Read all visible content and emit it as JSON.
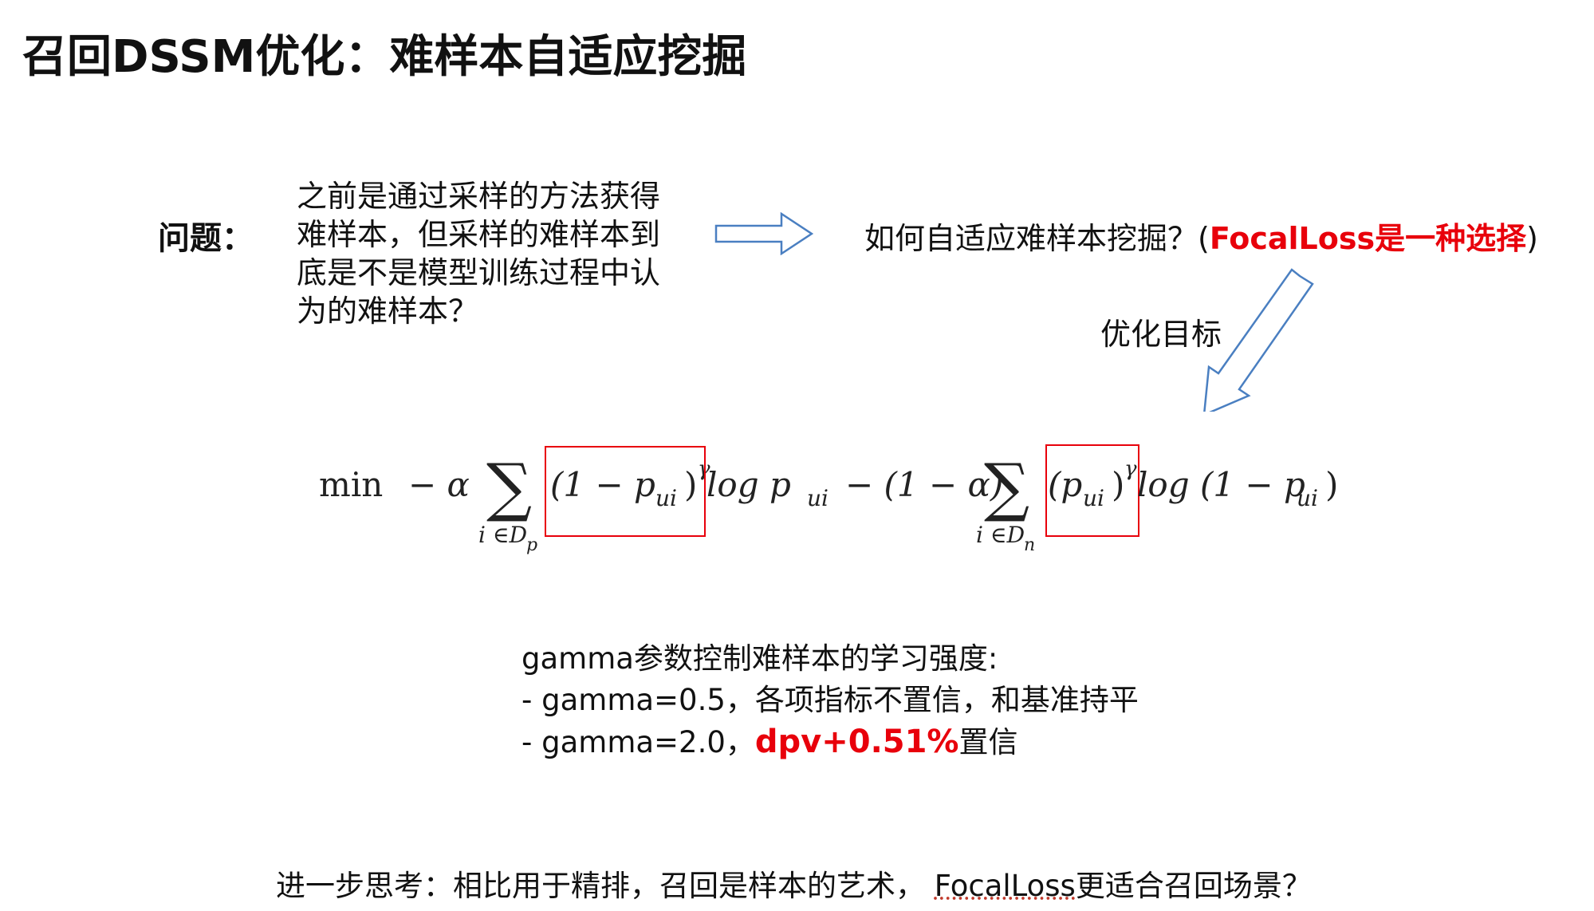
{
  "slide": {
    "title": "召回DSSM优化：难样本自适应挖掘",
    "question": {
      "label": "问题：",
      "text": "之前是通过采样的方法获得难样本，但采样的难样本到底是不是模型训练过程中认为的难样本？"
    },
    "how": {
      "prefix": "如何自适应难样本挖掘？(",
      "highlight": "FocalLoss是一种选择",
      "suffix": ")",
      "highlight_color": "#e8000b"
    },
    "goal_label": "优化目标",
    "formula": {
      "min": "min",
      "neg_alpha": "− α",
      "sum_sign": "∑",
      "sum1_sub_i": "i ∈D",
      "sum1_sub_set": "p",
      "term1_boxed": "(1 − p",
      "term1_sub": "ui",
      "term1_close": ")",
      "gamma": "γ",
      "log1": "log p",
      "log1_sub": "ui",
      "minus_one_minus_alpha": "− (1 − α)",
      "sum2_sub_i": "i ∈D",
      "sum2_sub_set": "n",
      "term2_boxed": "(p",
      "term2_sub": "ui",
      "term2_close": ")",
      "log2": "log (1 − p",
      "log2_sub": "ui",
      "log2_close": ")",
      "box_color": "#e8000b"
    },
    "notes": {
      "line1": "gamma参数控制难样本的学习强度:",
      "line2": "- gamma=0.5，各项指标不置信，和基准持平",
      "line3_prefix": "- gamma=2.0，",
      "line3_highlight": "dpv+0.51%",
      "line3_suffix": "置信"
    },
    "further": {
      "prefix": "进一步思考：相比用于精排，召回是样本的艺术， ",
      "term": "FocalLoss",
      "suffix": "更适合召回场景？"
    },
    "colors": {
      "arrow_outline": "#4a7fc1",
      "text": "#111111"
    }
  }
}
